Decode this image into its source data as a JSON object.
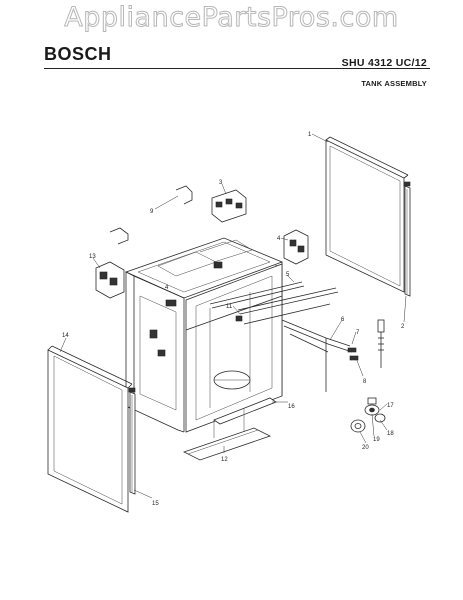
{
  "watermark": "AppliancePartsPros.com",
  "header": {
    "brand": "BOSCH",
    "model": "SHU 4312 UC/12",
    "subtitle": "TANK ASSEMBLY"
  },
  "part_numbers": {
    "p1": "1",
    "p2": "2",
    "p3": "3",
    "p4": "4",
    "p5": "5",
    "p6": "6",
    "p7": "7",
    "p8": "8",
    "p9": "9",
    "p10": "10",
    "p11": "11",
    "p12": "12",
    "p13": "13",
    "p14": "14",
    "p15": "15",
    "p16": "16",
    "p17": "17",
    "p18": "18",
    "p19": "19",
    "p20": "20"
  }
}
